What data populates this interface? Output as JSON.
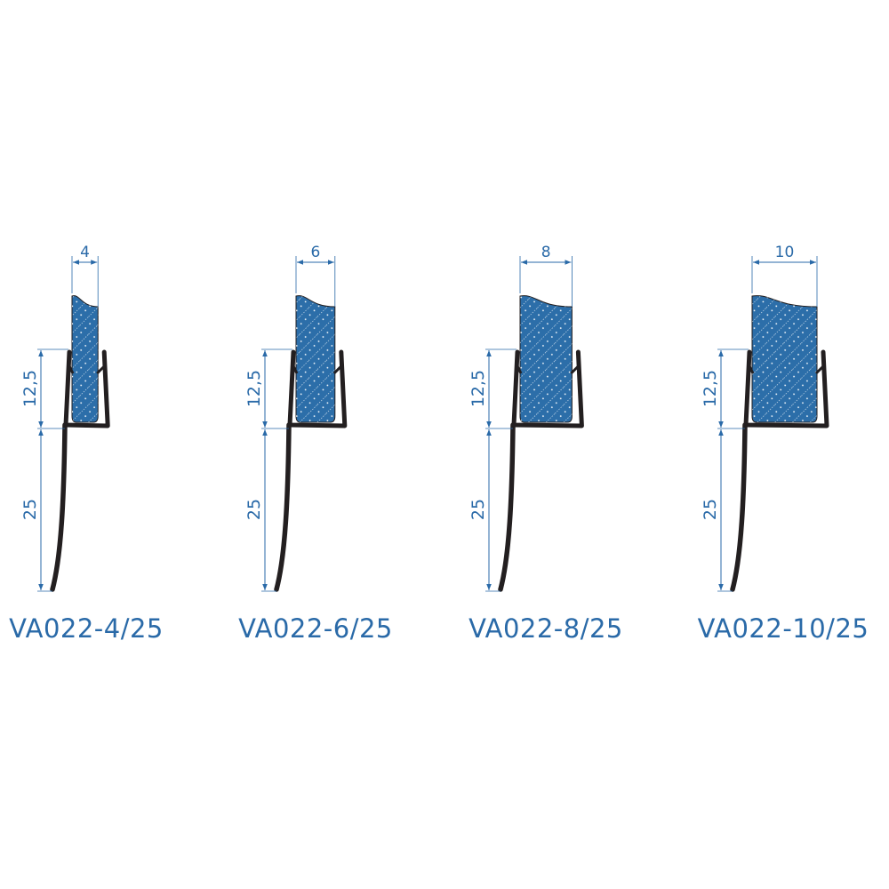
{
  "colors": {
    "glass": "#2c6ea9",
    "seal": "#231f20",
    "dimension": "#2a6aa8"
  },
  "profiles": [
    {
      "name": "VA022-4/25",
      "glass_thickness": "4",
      "upper_height": "12,5",
      "fin_height": "25",
      "thickness_mm": 4
    },
    {
      "name": "VA022-6/25",
      "glass_thickness": "6",
      "upper_height": "12,5",
      "fin_height": "25",
      "thickness_mm": 6
    },
    {
      "name": "VA022-8/25",
      "glass_thickness": "8",
      "upper_height": "12,5",
      "fin_height": "25",
      "thickness_mm": 8
    },
    {
      "name": "VA022-10/25",
      "glass_thickness": "10",
      "upper_height": "12,5",
      "fin_height": "25",
      "thickness_mm": 10
    }
  ]
}
